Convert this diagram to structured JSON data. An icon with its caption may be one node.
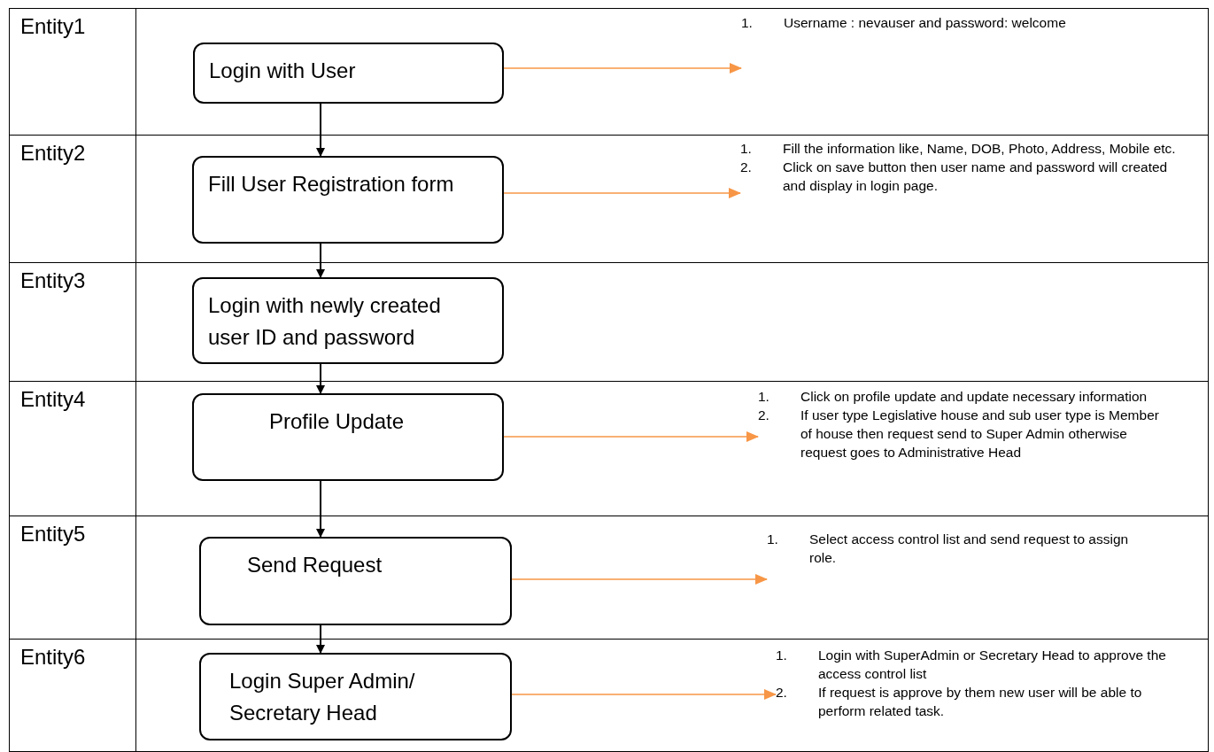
{
  "diagram": {
    "nodes": [
      {
        "text": [
          "Entity1"
        ]
      },
      {
        "text": [
          "Login with User"
        ],
        "in": 0
      },
      {
        "text": [
          "1.",
          "Username : nevauser and password: welcome"
        ],
        "in": 0
      },
      {
        "text": [
          "Entity2"
        ]
      },
      {
        "text": [
          "Fill User Registration form"
        ],
        "in": 3
      },
      {
        "text": [
          "1.",
          "Fill the information like, Name, DOB, Photo, Address, Mobile etc.",
          "2.",
          "Click on save button then user name and password will created and display in login page."
        ],
        "in": 3
      },
      {
        "text": [
          "Entity3"
        ]
      },
      {
        "text": [
          "Login with newly created user ID and password"
        ],
        "in": 6
      },
      {
        "text": [
          "Entity4"
        ]
      },
      {
        "text": [
          "Profile Update"
        ],
        "in": 8
      },
      {
        "text": [
          "1.",
          "Click on profile update and update necessary information",
          "2.",
          "If user type Legislative house and sub user type is Member of house then request send to Super Admin otherwise request goes to Administrative Head"
        ],
        "in": 8
      },
      {
        "text": [
          "Entity5"
        ]
      },
      {
        "text": [
          "Send Request"
        ],
        "in": 11
      },
      {
        "text": [
          "1.",
          "Select access control list and send request to assign role."
        ],
        "in": 11
      },
      {
        "text": [
          "Entity6"
        ]
      },
      {
        "text": [
          "Login Super Admin/ Secretary Head"
        ],
        "in": 14
      },
      {
        "text": [
          "1.",
          "Login with SuperAdmin or Secretary Head to approve the access control list",
          "2.",
          "If request  is approve by them new user will be able to perform related task."
        ],
        "in": 14
      }
    ],
    "edges": [
      {
        "from": 1,
        "to": 2,
        "arrow": "to",
        "color": "#f79646"
      },
      {
        "from": 1,
        "to": 4,
        "arrow": "to",
        "color": "#000000"
      },
      {
        "from": 4,
        "to": 5,
        "arrow": "to",
        "color": "#f79646"
      },
      {
        "from": 4,
        "to": 7,
        "arrow": "to",
        "color": "#000000"
      },
      {
        "from": 7,
        "to": 9,
        "arrow": "to",
        "color": "#000000"
      },
      {
        "from": 9,
        "to": 10,
        "arrow": "to",
        "color": "#f79646"
      },
      {
        "from": 9,
        "to": 12,
        "arrow": "to",
        "color": "#000000"
      },
      {
        "from": 12,
        "to": 13,
        "arrow": "to",
        "color": "#f79646"
      },
      {
        "from": 12,
        "to": 15,
        "arrow": "to",
        "color": "#000000"
      },
      {
        "from": 15,
        "to": 16,
        "arrow": "to",
        "color": "#f79646"
      }
    ]
  }
}
